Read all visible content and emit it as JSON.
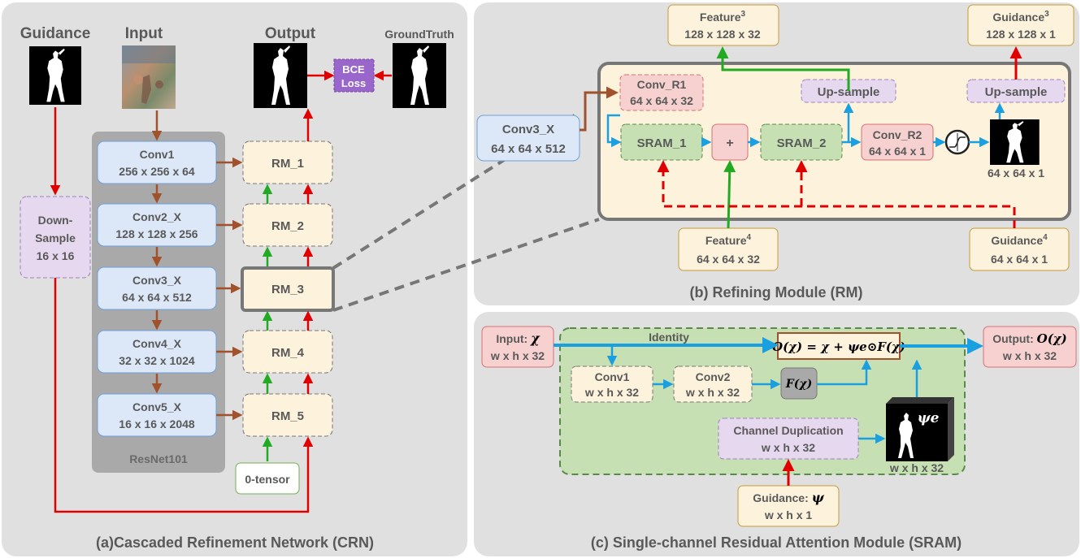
{
  "colors": {
    "panel": "#e0e0e0",
    "resnet": "#a9a9a9",
    "conv_fill": "#dce8f8",
    "conv_stroke": "#6fa0dc",
    "rm_fill": "#fdf2dc",
    "yellow_stroke": "#c79a3a",
    "pink_fill": "#f7d0d0",
    "pink_stroke": "#d87070",
    "green_fill": "#c6e0b4",
    "green_stroke": "#5a8a4a",
    "purple_fill": "#e6d8ee",
    "purple_stroke": "#a080c0",
    "bce": "#9966cc",
    "arrow_red": "#e00000",
    "arrow_brown": "#a0522d",
    "arrow_green": "#22aa22",
    "arrow_blue": "#1aa0e0",
    "dash_gray": "#777777"
  },
  "crn": {
    "guidance_label": "Guidance",
    "input_label": "Input",
    "output_label": "Output",
    "groundtruth_label": "GroundTruth",
    "bce": [
      "BCE",
      "Loss"
    ],
    "downsample": [
      "Down-",
      "Sample",
      "16 x 16"
    ],
    "convs": [
      {
        "name": "Conv1",
        "dim": "256 x 256 x 64"
      },
      {
        "name": "Conv2_X",
        "dim": "128 x 128 x 256"
      },
      {
        "name": "Conv3_X",
        "dim": "64 x 64 x 512"
      },
      {
        "name": "Conv4_X",
        "dim": "32 x 32 x 1024"
      },
      {
        "name": "Conv5_X",
        "dim": "16 x 16 x 2048"
      }
    ],
    "rms": [
      "RM_1",
      "RM_2",
      "RM_3",
      "RM_4",
      "RM_5"
    ],
    "resnet_label": "ResNet101",
    "zero_tensor": "0-tensor",
    "caption": "(a)Cascaded Refinement Network (CRN)"
  },
  "rm": {
    "feature3": {
      "name": "Feature",
      "sup": "3",
      "dim": "128 x 128 x 32"
    },
    "guidance3": {
      "name": "Guidance",
      "sup": "3",
      "dim": "128 x 128 x 1"
    },
    "conv3x": {
      "name": "Conv3_X",
      "dim": "64 x 64 x 512"
    },
    "conv_r1": {
      "name": "Conv_R1",
      "dim": "64 x 64 x 32"
    },
    "upsample": "Up-sample",
    "sram1": "SRAM_1",
    "plus": "+",
    "sram2": "SRAM_2",
    "conv_r2": {
      "name": "Conv_R2",
      "dim": "64 x 64 x 1"
    },
    "out_dim": "64 x 64 x 1",
    "feature4": {
      "name": "Feature",
      "sup": "4",
      "dim": "64 x 64 x 32"
    },
    "guidance4": {
      "name": "Guidance",
      "sup": "4",
      "dim": "64 x 64 x 1"
    },
    "caption": "(b) Refining Module (RM)"
  },
  "sram": {
    "input": {
      "name": "Input: ",
      "sym": "χ",
      "dim": "w x h x 32"
    },
    "identity": "Identity",
    "formula": "O(χ) = χ + ψe⊙F(χ)",
    "output": {
      "name": "Output: ",
      "sym": "O(χ)",
      "dim": "w x h x 32"
    },
    "conv1": {
      "name": "Conv1",
      "dim": "w x h x 32"
    },
    "conv2": {
      "name": "Conv2",
      "dim": "w x h x 32"
    },
    "fx": "F(χ)",
    "psi_e": "ψe",
    "channel_dup": {
      "name": "Channel Duplication",
      "dim": "w x h x 32"
    },
    "cube_dim": "w x h x 32",
    "guidance": {
      "name": "Guidance: ",
      "sym": "ψ",
      "dim": "w x h x 1"
    },
    "caption": "(c) Single-channel Residual Attention Module (SRAM)"
  }
}
